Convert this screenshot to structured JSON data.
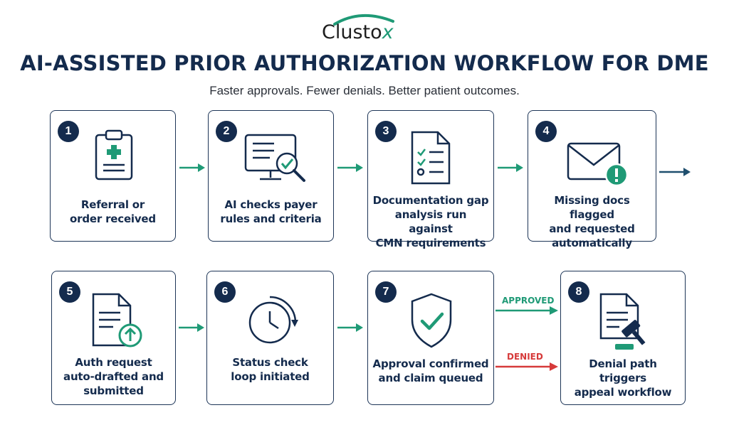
{
  "logo": {
    "text": "Clusto",
    "mark": "x"
  },
  "title": "AI-ASSISTED PRIOR AUTHORIZATION WORKFLOW FOR DME",
  "subtitle": "Faster approvals. Fewer denials. Better patient outcomes.",
  "colors": {
    "navy": "#142b4d",
    "teal": "#1f9a76",
    "red": "#d63a3a"
  },
  "steps": [
    {
      "number": "1",
      "icon": "clipboard-medical-icon",
      "lines": [
        "Referral or",
        "order received"
      ]
    },
    {
      "number": "2",
      "icon": "monitor-magnifier-check-icon",
      "lines": [
        "AI checks payer",
        "rules and criteria"
      ]
    },
    {
      "number": "3",
      "icon": "checklist-document-icon",
      "lines": [
        "Documentation gap",
        "analysis run against",
        "CMN requirements"
      ]
    },
    {
      "number": "4",
      "icon": "envelope-alert-icon",
      "lines": [
        "Missing docs flagged",
        "and requested",
        "automatically"
      ]
    },
    {
      "number": "5",
      "icon": "document-upload-icon",
      "lines": [
        "Auth request",
        "auto-drafted and",
        "submitted"
      ]
    },
    {
      "number": "6",
      "icon": "clock-loop-icon",
      "lines": [
        "Status check",
        "loop initiated"
      ]
    },
    {
      "number": "7",
      "icon": "shield-check-icon",
      "lines": [
        "Approval confirmed",
        "and claim queued"
      ]
    },
    {
      "number": "8",
      "icon": "document-gavel-icon",
      "lines": [
        "Denial path triggers",
        "appeal workflow"
      ]
    }
  ],
  "branches": {
    "approved": "APPROVED",
    "denied": "DENIED"
  }
}
